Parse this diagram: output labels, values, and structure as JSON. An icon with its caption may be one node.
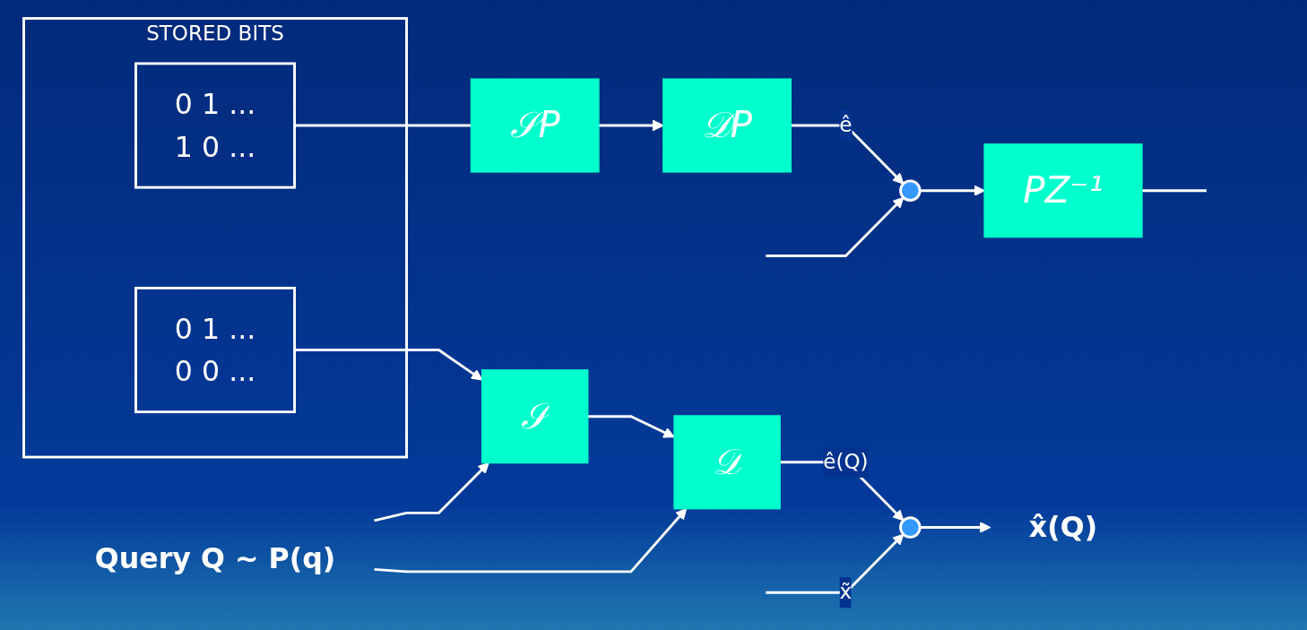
{
  "diagram": {
    "nodes": [
      {
        "text": [
          "STORED BITS"
        ]
      },
      {
        "text": [
          "0 1 ...",
          "1 0 ..."
        ],
        "in": 0
      },
      {
        "text": [
          "0 1 ...",
          "0 0 ..."
        ],
        "in": 0
      },
      {
        "text": [
          "𝒮P"
        ]
      },
      {
        "text": [
          "𝒟P"
        ]
      },
      {
        "text": [],
        "shape": "circle"
      },
      {
        "text": [
          "PZ⁻¹"
        ]
      },
      {
        "text": [
          "𝒮"
        ]
      },
      {
        "text": [
          "𝒟"
        ]
      },
      {
        "text": [],
        "shape": "circle"
      },
      {
        "text": [
          "x̂(Q)"
        ]
      },
      {
        "text": [
          "Query Q ~ P(q)"
        ]
      }
    ],
    "edges": [
      {
        "from": 1,
        "to": 3,
        "arrow": "none"
      },
      {
        "from": 3,
        "to": 4,
        "arrow": "to"
      },
      {
        "from": 4,
        "to": 5,
        "arrow": "to",
        "label": "ê"
      },
      {
        "from": 5,
        "to": 6,
        "arrow": "to"
      },
      {
        "from": 6,
        "to": null,
        "arrow": "none"
      },
      {
        "from": null,
        "to": 5,
        "arrow": "to"
      },
      {
        "from": 2,
        "to": 7,
        "arrow": "to"
      },
      {
        "from": 7,
        "to": 8,
        "arrow": "to"
      },
      {
        "from": 8,
        "to": 9,
        "arrow": "to",
        "label": "ê(Q)"
      },
      {
        "from": null,
        "to": 9,
        "arrow": "to",
        "label": "x̃"
      },
      {
        "from": 9,
        "to": 10,
        "arrow": "to"
      },
      {
        "from": 11,
        "to": 7,
        "arrow": "to"
      },
      {
        "from": 11,
        "to": 8,
        "arrow": "to"
      }
    ]
  }
}
